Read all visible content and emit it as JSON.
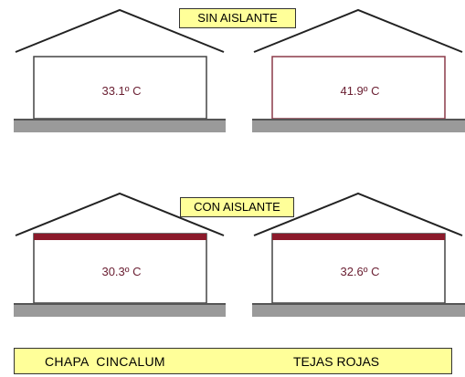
{
  "sections": {
    "without_insulation": {
      "label": "SIN AISLANTE",
      "left_temp": "33.1º C",
      "right_temp": "41.9º C"
    },
    "with_insulation": {
      "label": "CON AISLANTE",
      "left_temp": "30.3º C",
      "right_temp": "32.6º C"
    }
  },
  "footer": {
    "left_label": "CHAPA  CINCALUM",
    "right_label": "TEJAS ROJAS"
  },
  "colors": {
    "label_background": "#ffff99",
    "temperature_text": "#6b2033",
    "insulation_layer": "#8b1a2b",
    "ground": "#9a9a9a"
  }
}
